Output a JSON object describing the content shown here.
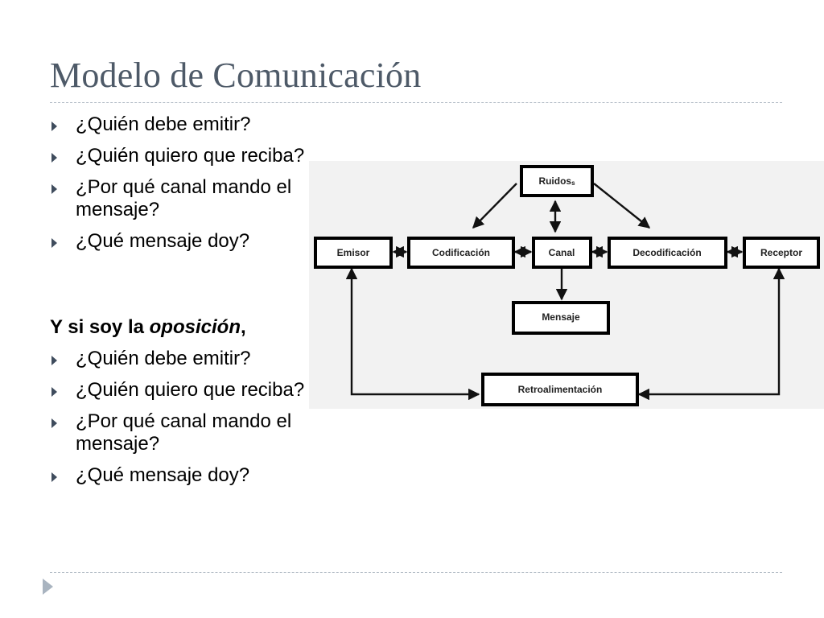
{
  "slide": {
    "title": "Modelo de Comunicación",
    "list1": [
      "¿Quién debe emitir?",
      "¿Quién quiero que reciba?",
      "¿Por qué canal mando el mensaje?",
      "¿Qué mensaje doy?"
    ],
    "subheading": {
      "prefix": "Y si soy la ",
      "emphasis": "oposición",
      "suffix": ","
    },
    "list2": [
      "¿Quién debe emitir?",
      "¿Quién quiero que reciba?",
      "¿Por qué canal mando el mensaje?",
      "¿Qué mensaje doy?"
    ]
  },
  "diagram": {
    "nodes": {
      "ruidos": "Ruidos",
      "ruidos_suffix": "s",
      "emisor": "Emisor",
      "codificacion": "Codificación",
      "canal": "Canal",
      "decodificacion": "Decodificación",
      "receptor": "Receptor",
      "mensaje": "Mensaje",
      "retroalimentacion": "Retroalimentación"
    }
  },
  "colors": {
    "title": "#4e5a68",
    "bullet_marker": "#3f4c5d",
    "rule": "#b3bcc6",
    "diagram_background": "#f2f2f2"
  }
}
